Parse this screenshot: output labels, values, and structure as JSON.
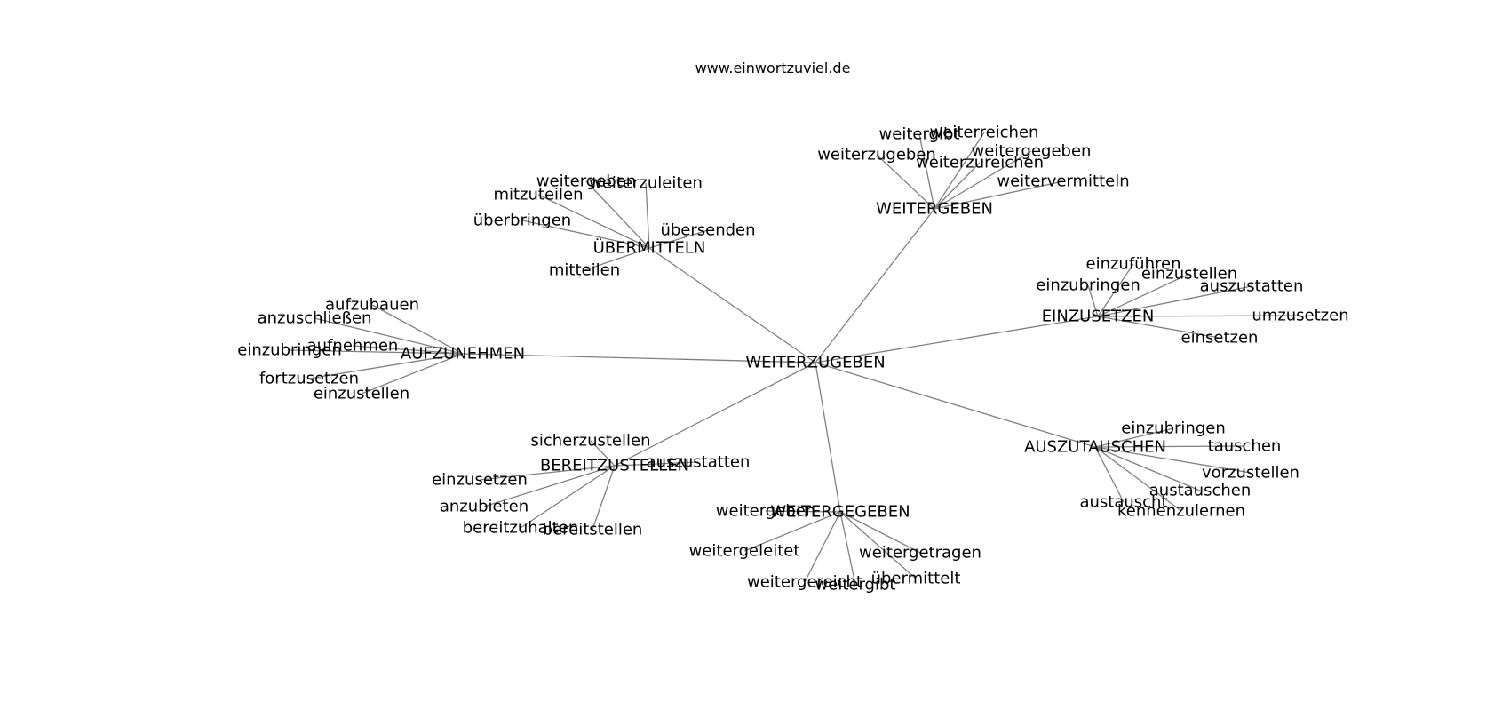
{
  "source": "www.einwortzuviel.de",
  "colors": {
    "edge": "#808080",
    "text": "#000000",
    "background": "#ffffff"
  },
  "graph": {
    "center": "WEITERZUGEBEN",
    "hubs": [
      {
        "id": "WEITERGEBEN",
        "leaves": [
          "weitergibt",
          "weiterreichen",
          "weitergegeben",
          "weiterzugeben",
          "weiterzureichen",
          "weitervermitteln"
        ]
      },
      {
        "id": "ÜBERMITTELN",
        "leaves": [
          "weitergeben",
          "weiterzuleiten",
          "mitzuteilen",
          "überbringen",
          "übersenden",
          "mitteilen"
        ]
      },
      {
        "id": "EINZUSETZEN",
        "leaves": [
          "einzuführen",
          "einzustellen",
          "einzubringen",
          "auszustatten",
          "umzusetzen",
          "einsetzen"
        ]
      },
      {
        "id": "AUFZUNEHMEN",
        "leaves": [
          "aufzubauen",
          "anzuschließen",
          "aufnehmen",
          "einzubringen",
          "fortzusetzen",
          "einzustellen"
        ]
      },
      {
        "id": "BEREITZUSTELLEN",
        "leaves": [
          "sicherzustellen",
          "auszustatten",
          "einzusetzen",
          "anzubieten",
          "bereitzuhalten",
          "bereitstellen"
        ]
      },
      {
        "id": "AUSZUTAUSCHEN",
        "leaves": [
          "einzubringen",
          "tauschen",
          "vorzustellen",
          "austauschen",
          "austauscht",
          "kennenzulernen"
        ]
      },
      {
        "id": "WEITERGEGEBEN",
        "leaves": [
          "weitergeben",
          "weitergeleitet",
          "weitergetragen",
          "übermittelt",
          "weitergereicht",
          "weitergibt"
        ]
      }
    ]
  }
}
